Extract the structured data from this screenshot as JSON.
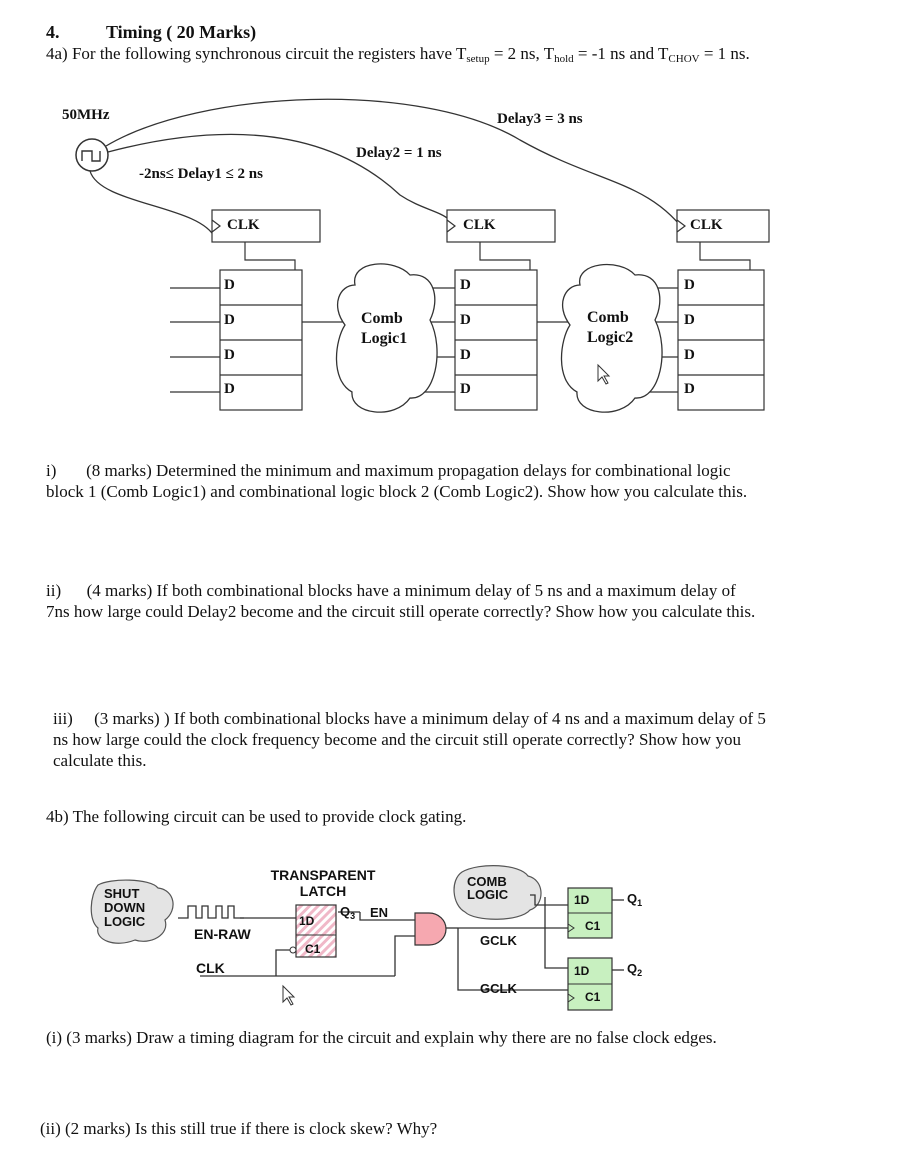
{
  "question": {
    "number": "4.",
    "title": "Timing ( 20 Marks)"
  },
  "part_a": {
    "prefix": "4a) For the following synchronous circuit the registers have T",
    "tsetup_sub": "setup",
    "eq1": " = 2 ns, T",
    "thold_sub": "hold",
    "eq2": " = -1 ns and T",
    "tchov_sub": "CHOV",
    "eq3": " = 1 ns."
  },
  "circuit1": {
    "clock_freq": "50MHz",
    "delay1": "-2ns≤ Delay1 ≤ 2 ns",
    "delay2": "Delay2 = 1 ns",
    "delay3": "Delay3 = 3 ns",
    "clk": "CLK",
    "d": "D",
    "comb1_line1": "Comb",
    "comb1_line2": "Logic1",
    "comb2_line1": "Comb",
    "comb2_line2": "Logic2"
  },
  "questions_a": [
    {
      "line1": "i)       (8 marks) Determined the minimum and maximum propagation delays for combinational logic",
      "line2": "block 1 (Comb Logic1) and combinational logic block 2 (Comb Logic2).  Show how you calculate this."
    },
    {
      "line1": "ii)      (4 marks) If both combinational blocks have a minimum delay of 5 ns and a maximum delay of",
      "line2": "7ns how large could Delay2 become and the circuit still operate correctly? Show how you calculate this."
    },
    {
      "line1": "iii)     (3 marks) ) If both combinational blocks have a minimum delay of 4 ns and a maximum delay of 5",
      "line2": "ns how large could the clock frequency become and the circuit still operate correctly? Show how you",
      "line3": "calculate this."
    }
  ],
  "part_b": {
    "intro": "4b) The following circuit can be used to provide clock gating."
  },
  "circuit2": {
    "shutdown_line1": "SHUT",
    "shutdown_line2": "DOWN",
    "shutdown_line3": "LOGIC",
    "latch_line1": "TRANSPARENT",
    "latch_line2": "LATCH",
    "en_raw": "EN-RAW",
    "clk": "CLK",
    "d1": "1D",
    "c1": "C1",
    "q3": "Q",
    "q3_sub": "3",
    "en": "EN",
    "comb_line1": "COMB",
    "comb_line2": "LOGIC",
    "gclk": "GCLK",
    "q1": "Q",
    "q1_sub": "1",
    "q2": "Q",
    "q2_sub": "2"
  },
  "questions_b": [
    "(i) (3 marks) Draw a timing diagram for the circuit and explain why there are no false clock edges.",
    "(ii) (2 marks) Is this still true if there is clock skew? Why?"
  ],
  "colors": {
    "latch_hatch": "#f0b8c8",
    "and_gate": "#f6a8b0",
    "flipflop": "#c8f0c0",
    "cloud": "#e4e4e4"
  }
}
